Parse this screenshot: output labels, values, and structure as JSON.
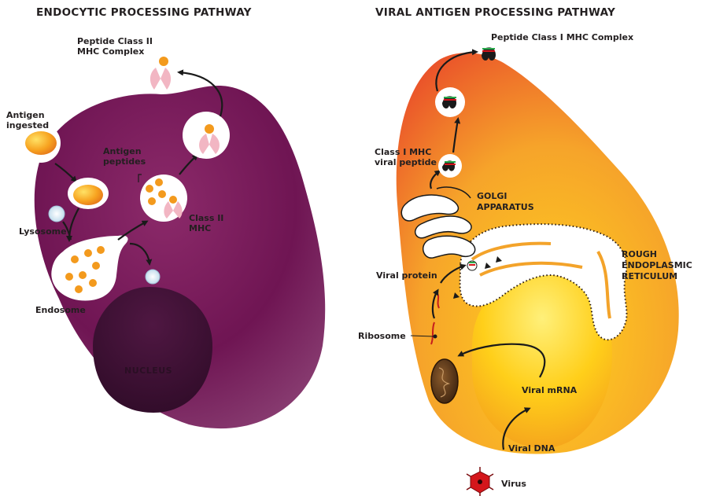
{
  "left_panel": {
    "title": "ENDOCYTIC PROCESSING PATHWAY",
    "labels": {
      "peptide_class_ii_line1": "Peptide Class II",
      "peptide_class_ii_line2": "MHC Complex",
      "antigen_ingested_line1": "Antigen",
      "antigen_ingested_line2": "ingested",
      "antigen_peptides_line1": "Antigen",
      "antigen_peptides_line2": "peptides",
      "class_ii_mhc_line1": "Class II",
      "class_ii_mhc_line2": "MHC",
      "lysosome": "Lysosome",
      "endosome": "Endosome",
      "nucleus": "NUCLEUS"
    }
  },
  "right_panel": {
    "title": "VIRAL ANTIGEN PROCESSING PATHWAY",
    "labels": {
      "peptide_class_i": "Peptide Class I MHC Complex",
      "class_i_mhc_line1": "Class I MHC",
      "class_i_mhc_line2": "viral peptide",
      "golgi_line1": "GOLGI",
      "golgi_line2": "APPARATUS",
      "rer_line1": "ROUGH",
      "rer_line2": "ENDOPLASMIC",
      "rer_line3": "RETICULUM",
      "viral_protein": "Viral protein",
      "ribosome": "Ribosome",
      "viral_mrna": "Viral mRNA",
      "viral_dna": "Viral DNA",
      "virus": "Virus"
    }
  },
  "colors": {
    "left_cell_outer": "#7a1b5a",
    "left_cell_inner": "#5e0f47",
    "nucleus": "#3d0f33",
    "antigen_orange": "#f39a1d",
    "antigen_yellow": "#ffd23a",
    "mhc_pink": "#f2b6c3",
    "right_cell_red": "#e8442a",
    "right_cell_orange": "#f59a2a",
    "right_cell_yellow": "#ffd21e",
    "virus_red": "#d4161b"
  }
}
